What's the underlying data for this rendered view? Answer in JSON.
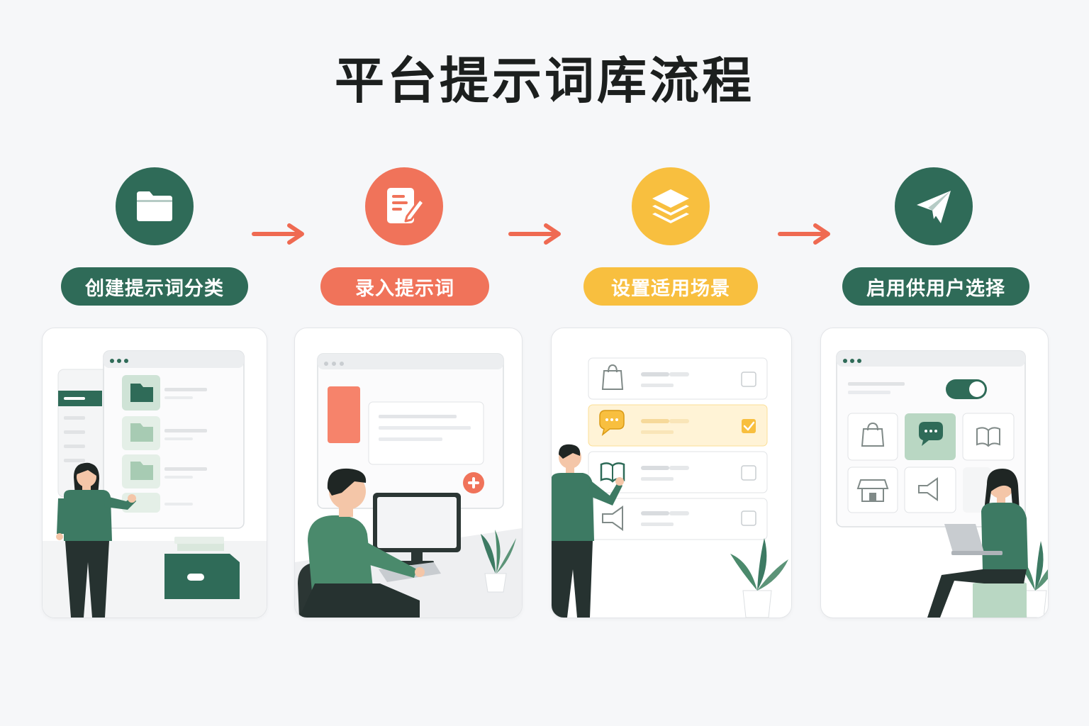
{
  "title": "平台提示词库流程",
  "colors": {
    "green": "#2f6b58",
    "orange": "#f0735a",
    "yellow": "#f8bf3f",
    "arrow": "#ef6a52"
  },
  "steps": [
    {
      "label": "创建提示词分类",
      "icon": "folder-icon",
      "color": "#2f6b58"
    },
    {
      "label": "录入提示词",
      "icon": "edit-document-icon",
      "color": "#f0735a"
    },
    {
      "label": "设置适用场景",
      "icon": "layers-icon",
      "color": "#f8bf3f"
    },
    {
      "label": "启用供用户选择",
      "icon": "paper-plane-icon",
      "color": "#2f6b58"
    }
  ]
}
